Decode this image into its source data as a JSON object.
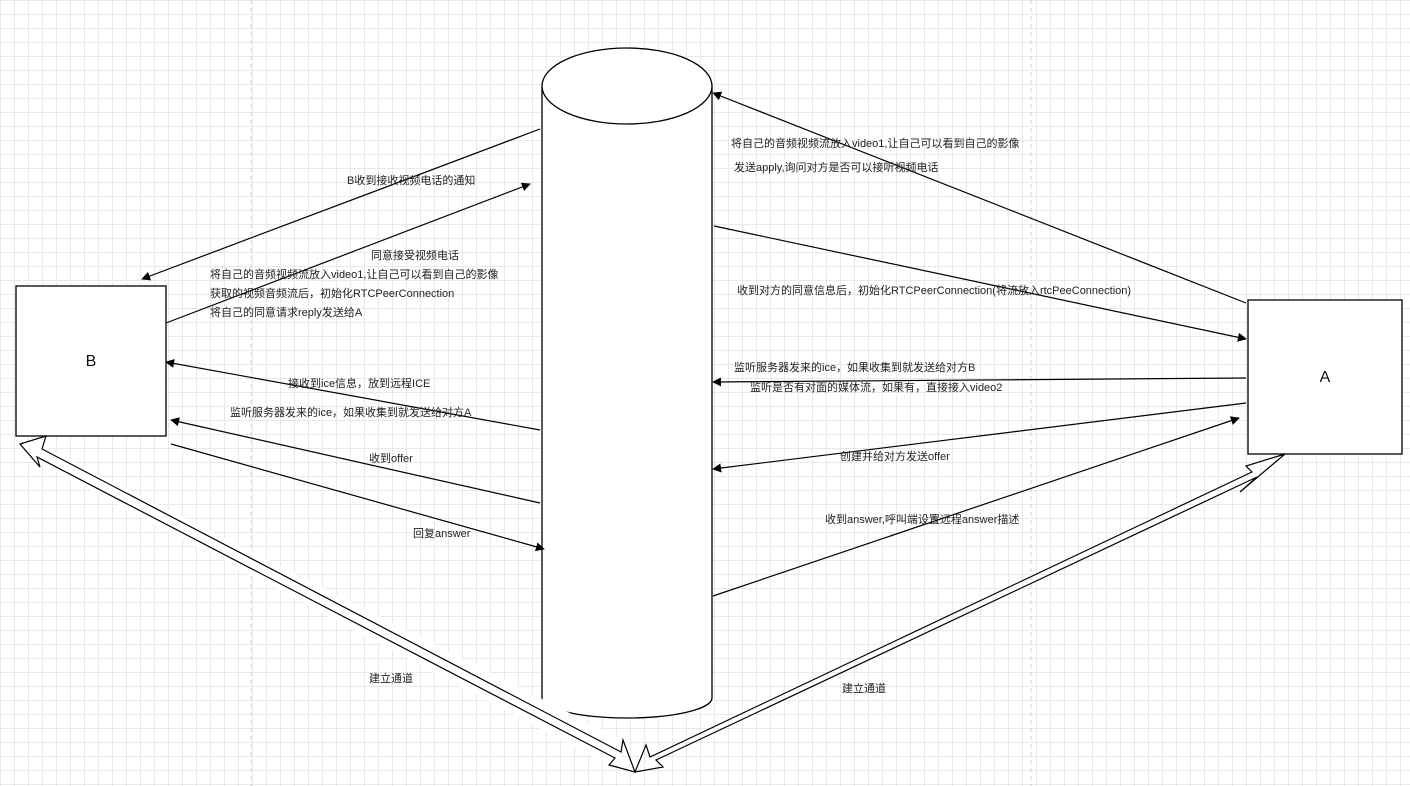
{
  "colors": {
    "stroke": "#000000",
    "grid": "#e9e9e9",
    "background": "#ffffff",
    "text": "#222222"
  },
  "nodes": {
    "b": "B",
    "a": "A"
  },
  "edge_labels": {
    "b_receive_notice": "B收到接收视频电话的通知",
    "agree_call": "同意接受视频电话",
    "b_stream_video1": "将自己的音频视频流放入video1,让自己可以看到自己的影像",
    "b_init_rtc": "获取的视频音频流后，初始化RTCPeerConnection",
    "b_send_reply": "将自己的同意请求reply发送给A",
    "b_receive_ice": "接收到ice信息，放到远程ICE",
    "b_listen_ice": "监听服务器发来的ice，如果收集到就发送给对方A",
    "b_receive_offer": "收到offer",
    "b_reply_answer": "回复answer",
    "b_channel": "建立通道",
    "a_stream_video1": "将自己的音频视频流放入video1,让自己可以看到自己的影像",
    "a_send_apply": "发送apply,询问对方是否可以接听视频电话",
    "a_after_agree": "收到对方的同意信息后，初始化RTCPeerConnection(将流放入rtcPeeConnection)",
    "a_listen_ice": "监听服务器发来的ice，如果收集到就发送给对方B",
    "a_listen_stream": "监听是否有对面的媒体流，如果有，直接接入video2",
    "a_create_offer": "创建并给对方发送offer",
    "a_receive_answer": "收到answer,呼叫端设置远程answer描述",
    "a_channel": "建立通道"
  }
}
